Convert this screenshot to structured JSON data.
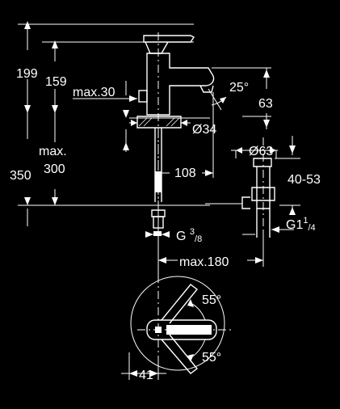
{
  "dimensions": {
    "d199": "199",
    "d159": "159",
    "max30": "max.30",
    "angle25": "25°",
    "d63": "63",
    "dia34": "Ø34",
    "maxLabel": "max.",
    "d350": "350",
    "d300": "300",
    "d108": "108",
    "dia63": "Ø63",
    "d4053": "40-53",
    "g38_prefix": "G ",
    "g38_num": "3",
    "g38_den": "/8",
    "g114_prefix": "G1",
    "g114_num": "1",
    "g114_den": "/4",
    "max180": "max.180",
    "angle55_top": "55°",
    "angle55_bottom": "55°",
    "d41": "41"
  }
}
